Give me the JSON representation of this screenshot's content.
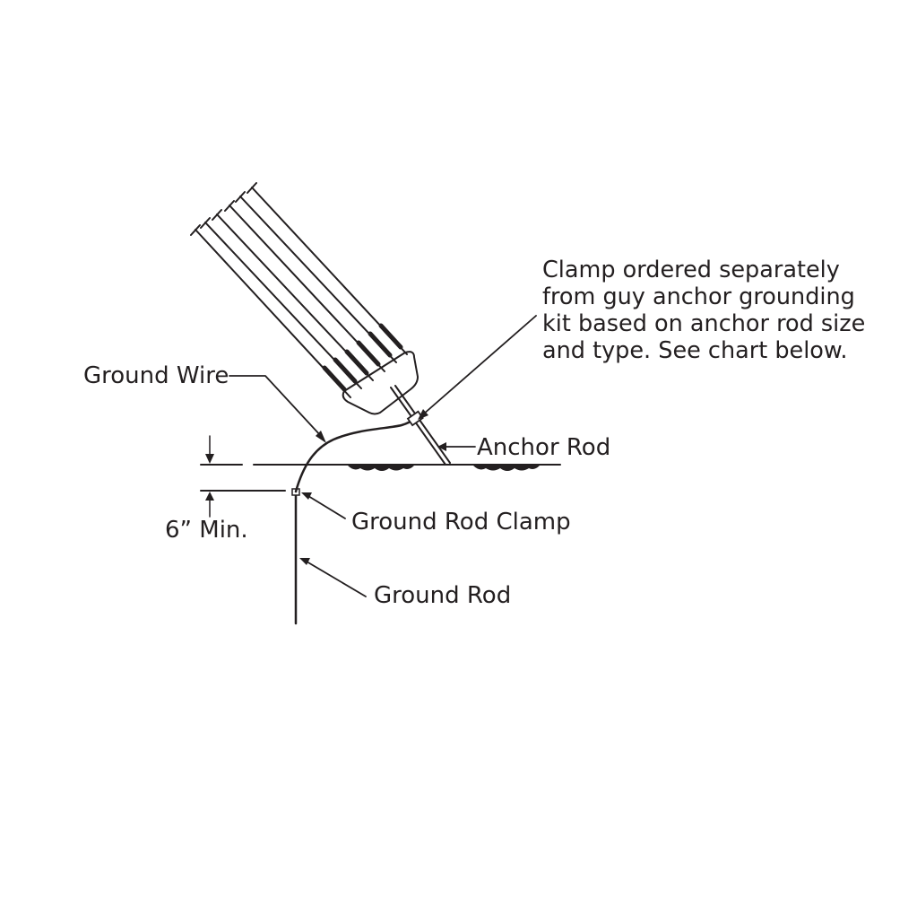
{
  "labels": {
    "clamp_note": [
      "Clamp ordered separately",
      "from guy anchor grounding",
      "kit based on anchor rod size",
      "and type.  See chart below."
    ],
    "ground_wire": "Ground Wire",
    "anchor_rod": "Anchor Rod",
    "min_depth": "6”  Min.",
    "ground_rod_clamp": "Ground Rod Clamp",
    "ground_rod": "Ground Rod"
  },
  "colors": {
    "ink": "#231f20",
    "background": "#ffffff"
  }
}
